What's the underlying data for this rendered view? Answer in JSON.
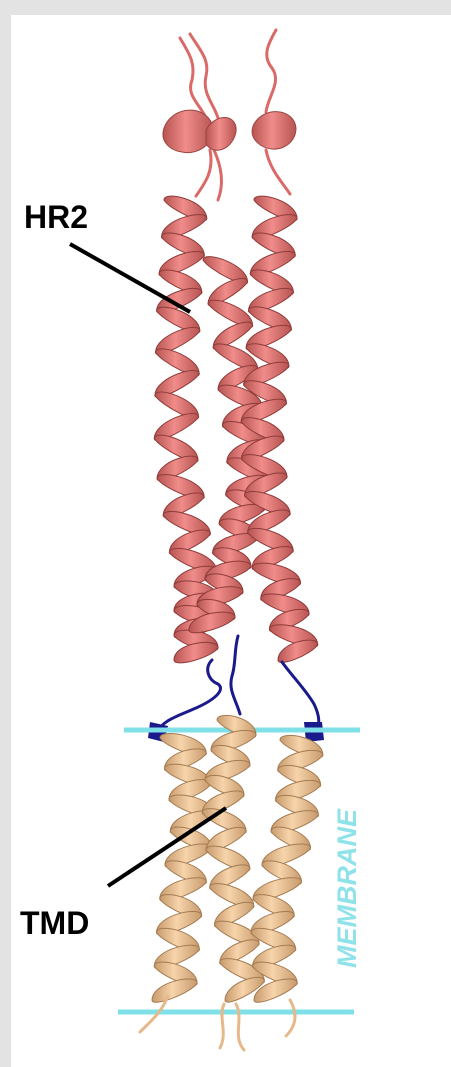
{
  "labels": {
    "hr2": "HR2",
    "tmd": "TMD",
    "membrane": "MEMBRANE"
  },
  "colors": {
    "background_frame": "#e3e3e3",
    "canvas": "#ffffff",
    "hr2_helix": "#e87a78",
    "hr2_helix_dark": "#b65452",
    "tmd_helix": "#f1c596",
    "tmd_helix_dark": "#c79a6c",
    "linker": "#1a1a8c",
    "membrane_line": "#7fe0e8",
    "membrane_text": "#8fe2ea",
    "label_text": "#000000"
  }
}
